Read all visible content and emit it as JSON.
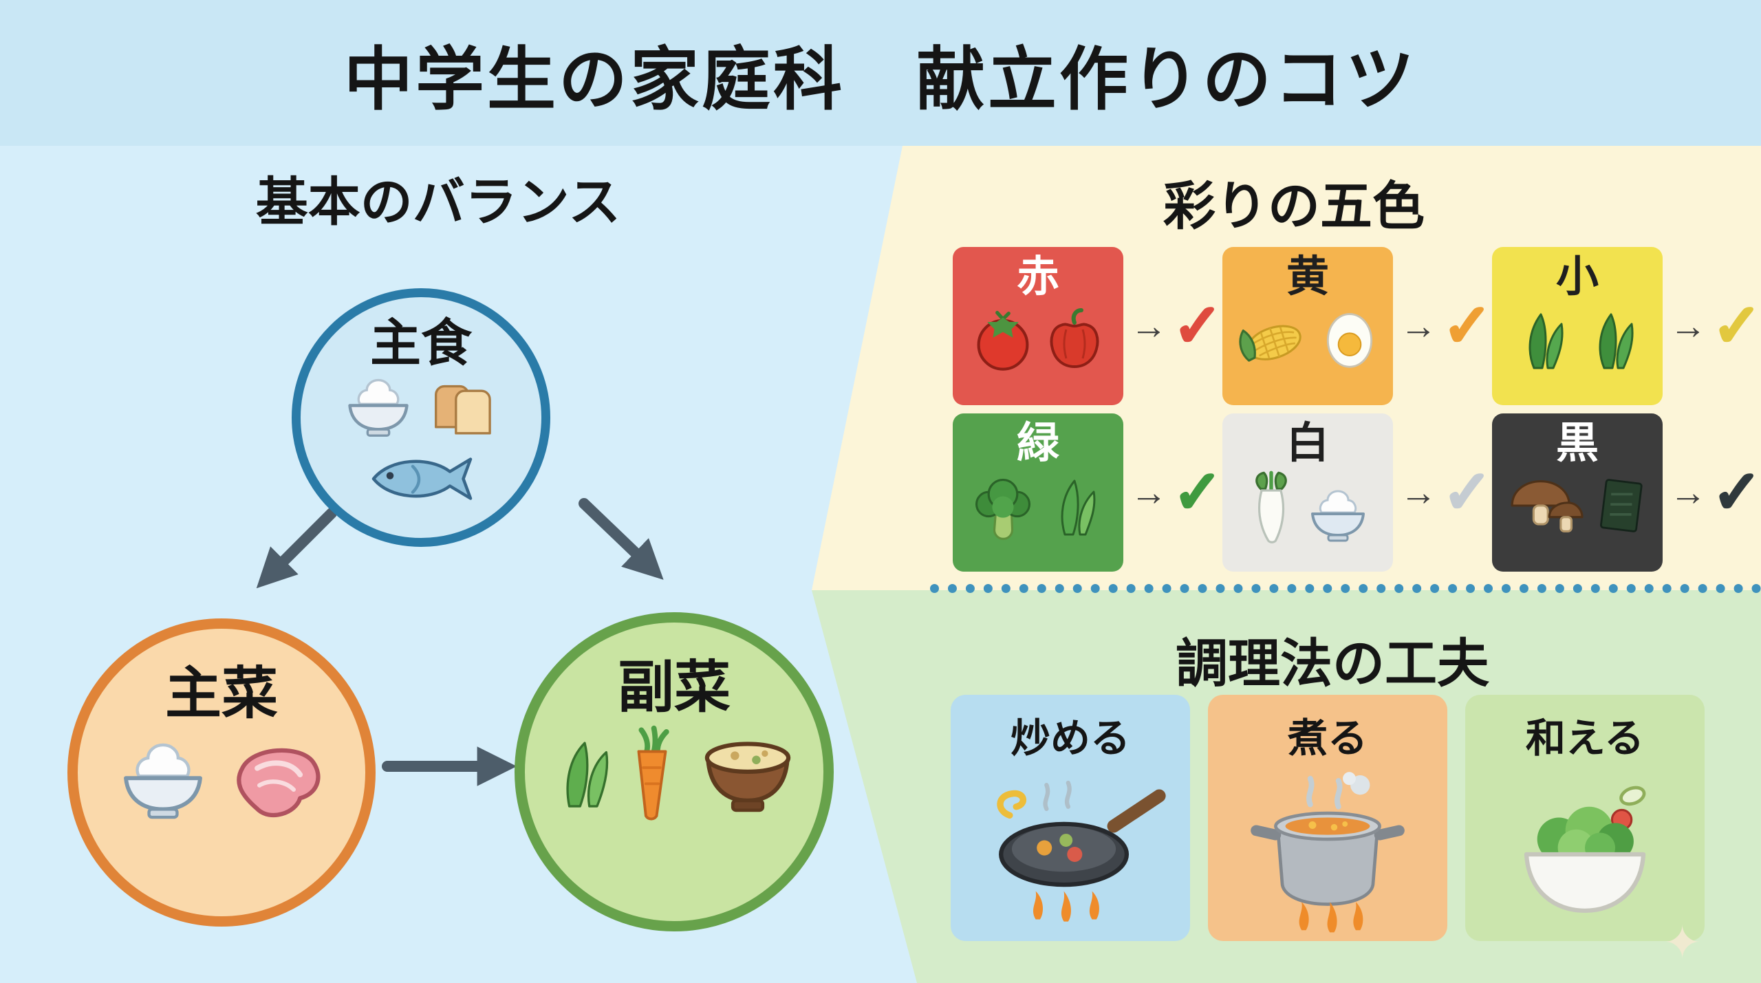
{
  "title": "中学生の家庭科　献立作りのコツ",
  "balance": {
    "heading": "基本のバランス",
    "arrow_color": "#4d5d6a",
    "circles": [
      {
        "id": "staple-food",
        "label": "主食",
        "border_color": "#2a7ba8",
        "fill_color": "#cfe9f6",
        "icons": [
          "rice-bowl-icon",
          "bread-icon",
          "fish-icon"
        ]
      },
      {
        "id": "main-dish",
        "label": "主菜",
        "border_color": "#e08438",
        "fill_color": "#fad9ab",
        "icons": [
          "rice-bowl-icon",
          "meat-icon"
        ]
      },
      {
        "id": "side-dish",
        "label": "副菜",
        "border_color": "#67a24b",
        "fill_color": "#c9e4a2",
        "icons": [
          "greens-icon",
          "carrot-icon",
          "soup-bowl-icon"
        ]
      }
    ]
  },
  "five_colors": {
    "heading": "彩りの五色",
    "arrow_glyph": "→",
    "check_glyph": "✓",
    "cards": [
      {
        "label": "赤",
        "bg": "#e2574e",
        "text_color": "#ffffff",
        "check_color": "#df4b3e",
        "icons": [
          "tomato-icon",
          "red-pepper-icon"
        ]
      },
      {
        "label": "黄",
        "bg": "#f5b44e",
        "text_color": "#1f1f1f",
        "check_color": "#ef9f33",
        "icons": [
          "corn-icon",
          "boiled-egg-icon"
        ]
      },
      {
        "label": "小",
        "bg": "#f2e24f",
        "text_color": "#1f1f1f",
        "check_color": "#e2c83e",
        "icons": [
          "leafy-greens-icon",
          "leafy-greens-icon"
        ]
      },
      {
        "label": "緑",
        "bg": "#55a24d",
        "text_color": "#ffffff",
        "check_color": "#3f9a3f",
        "icons": [
          "broccoli-icon",
          "spinach-icon"
        ]
      },
      {
        "label": "白",
        "bg": "#eae9e5",
        "text_color": "#1f1f1f",
        "check_color": "#c5ccd2",
        "icons": [
          "daikon-icon",
          "rice-bowl-icon"
        ]
      },
      {
        "label": "黒",
        "bg": "#3c3c3c",
        "text_color": "#ffffff",
        "check_color": "#2f393c",
        "icons": [
          "mushroom-icon",
          "nori-icon"
        ]
      }
    ]
  },
  "cooking": {
    "heading": "調理法の工夫",
    "cards": [
      {
        "label": "炒める",
        "bg": "#b7ddf0",
        "icon": "frying-pan-icon"
      },
      {
        "label": "煮る",
        "bg": "#f5c28a",
        "icon": "pot-icon"
      },
      {
        "label": "和える",
        "bg": "#cbe5ad",
        "icon": "salad-bowl-icon"
      }
    ]
  },
  "decor": {
    "sparkle_glyph": "✦"
  }
}
